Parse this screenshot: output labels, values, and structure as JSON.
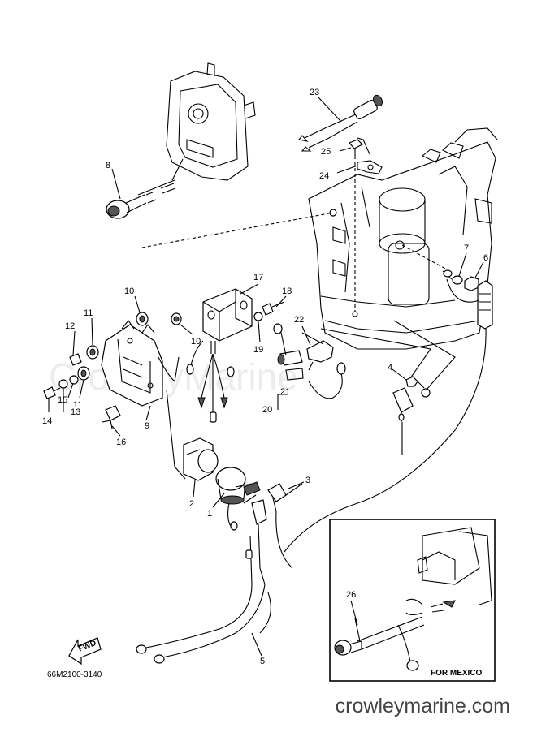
{
  "watermark": "CrowleyMarine",
  "site_url": "crowleymarine.com",
  "diagram_code": "66M2100-3140",
  "fwd_label": "FWD",
  "inset_caption": "FOR MEXICO",
  "parts": {
    "p1": "1",
    "p2": "2",
    "p3": "3",
    "p4": "4",
    "p5": "5",
    "p6": "6",
    "p7": "7",
    "p8": "8",
    "p9": "9",
    "p10a": "10",
    "p10b": "10",
    "p11a": "11",
    "p11b": "11",
    "p12": "12",
    "p13": "13",
    "p14": "14",
    "p15": "15",
    "p16": "16",
    "p17": "17",
    "p18": "18",
    "p19": "19",
    "p20": "20",
    "p21": "21",
    "p22": "22",
    "p23": "23",
    "p24": "24",
    "p25": "25",
    "p26": "26"
  }
}
